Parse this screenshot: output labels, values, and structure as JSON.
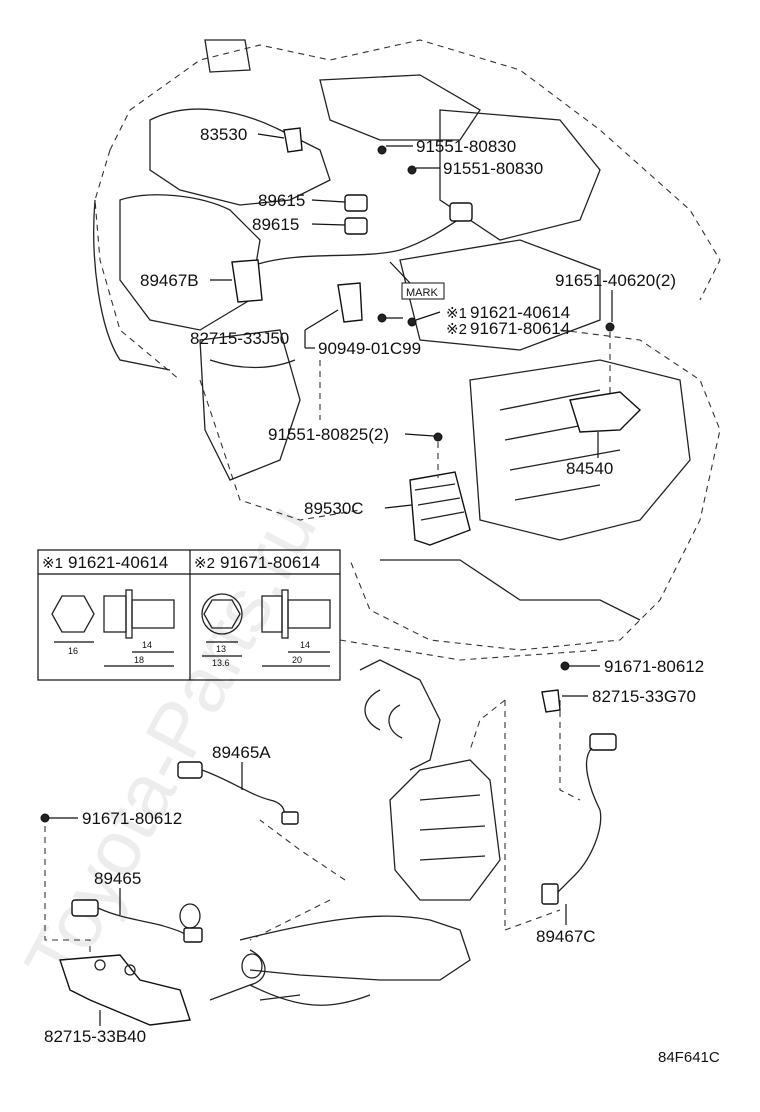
{
  "watermark": "Toyota-Parts.ru",
  "diagram_code": "84F641C",
  "mark_tag": "MARK",
  "callouts": {
    "p83530": "83530",
    "p91551_80830_a": "91551-80830",
    "p91551_80830_b": "91551-80830",
    "p89615_a": "89615",
    "p89615_b": "89615",
    "p89467B": "89467B",
    "p91651": "91651-40620(2)",
    "p91621": "91621-40614",
    "p91621_ref": "※1",
    "p91671_80614": "91671-80614",
    "p91671_80614_ref": "※2",
    "p82715_33J50": "82715-33J50",
    "p90949": "90949-01C99",
    "p91551_80825": "91551-80825(2)",
    "p84540": "84540",
    "p89530C": "89530C",
    "p91671_80612_a": "91671-80612",
    "p82715_33G70": "82715-33G70",
    "p89465A": "89465A",
    "p91671_80612_b": "91671-80612",
    "p89465": "89465",
    "p89467C": "89467C",
    "p82715_33B40": "82715-33B40"
  },
  "detail_table": {
    "cell1": {
      "header_ref": "※1",
      "header_part": "91621-40614",
      "dims": [
        "16",
        "14",
        "18"
      ]
    },
    "cell2": {
      "header_ref": "※2",
      "header_part": "91671-80614",
      "dims": [
        "13",
        "13.6",
        "14",
        "20"
      ]
    }
  }
}
